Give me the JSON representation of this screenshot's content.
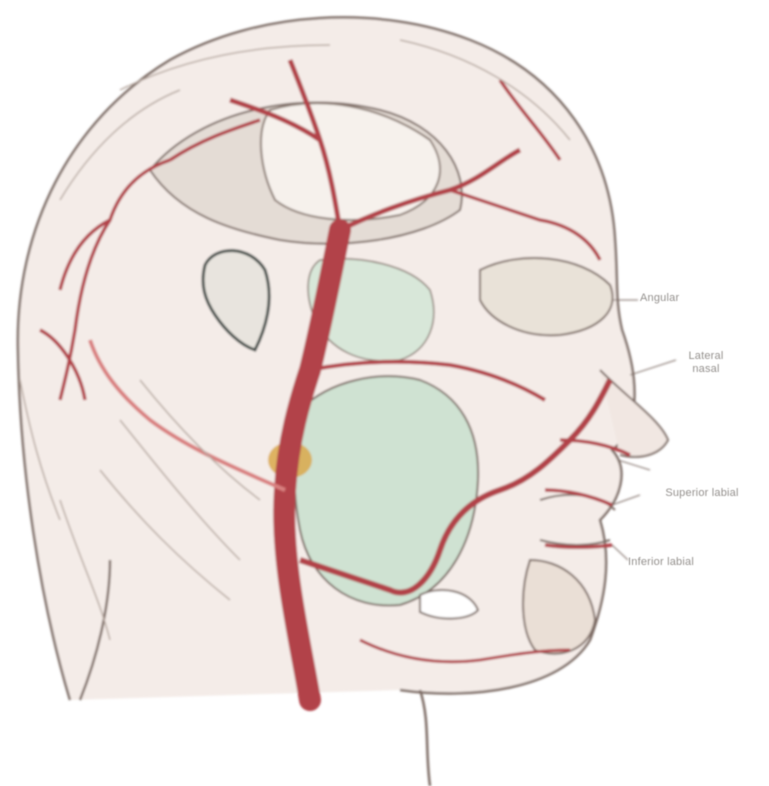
{
  "labels": {
    "angular": "Angular",
    "lateral_nasal": "Lateral nasal",
    "superior_labial": "Superior labial",
    "inferior_labial": "Inferior labial"
  },
  "colors": {
    "artery": "#b2434a",
    "artery_light": "#e6a0a0",
    "outline": "#7c6b64",
    "muscle": "#dcd6cf",
    "muscle_green": "#cfe2d2",
    "nerve_yellow": "#d9a84a",
    "background": "#ffffff"
  }
}
